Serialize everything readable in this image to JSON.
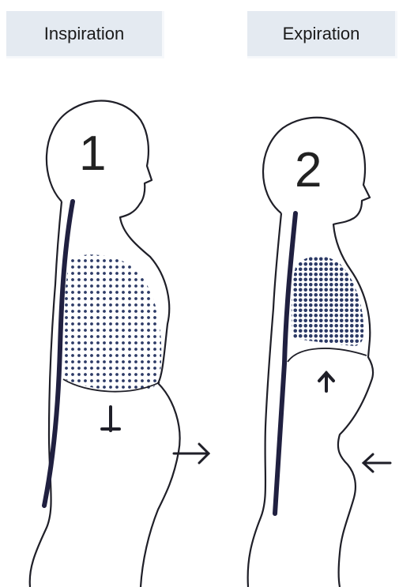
{
  "labels": {
    "inspiration": "Inspiration",
    "expiration": "Expiration"
  },
  "figures": {
    "left_number": "1",
    "right_number": "2"
  },
  "colors": {
    "label_background": "#e4eaf1",
    "line": "#1f1f28",
    "spine": "#202040",
    "lung_dots": "#2c3a66"
  },
  "icons": {
    "left_arrow_diaphragm": "arrow-down-icon",
    "left_arrow_abdomen": "arrow-right-icon",
    "right_arrow_diaphragm": "arrow-up-icon",
    "right_arrow_abdomen": "arrow-left-icon"
  }
}
